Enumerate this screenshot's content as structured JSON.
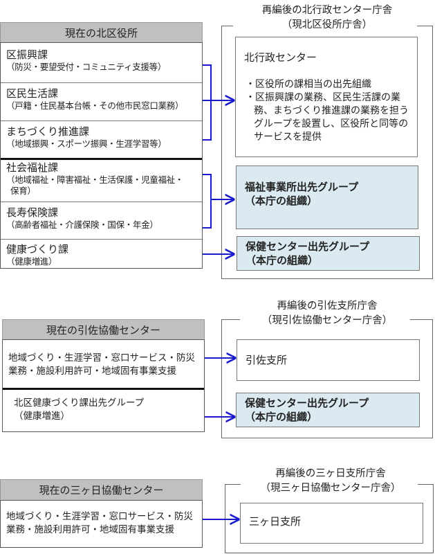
{
  "colors": {
    "arrow": "#1a1acc",
    "header_bg": "#c0c0c0",
    "group_bg": "#dbeaf1"
  },
  "kita": {
    "current_header": "現在の北区役所",
    "rows": [
      {
        "title": "区振興課",
        "sub": "（防災・要望受付・コミュニティ支援等）"
      },
      {
        "title": "区民生活課",
        "sub": "（戸籍・住民基本台帳・その他市民窓口業務）"
      },
      {
        "title": "まちづくり推進課",
        "sub": "（地域振興・スポーツ振興・生涯学習等）"
      },
      {
        "title": "社会福祉課",
        "sub": "（地域福祉・障害福祉・生活保護・児童福祉・",
        "sub2": "保育）"
      },
      {
        "title": "長寿保険課",
        "sub": "（高齢者福祉・介護保険・国保・年金）"
      },
      {
        "title": "健康づくり課",
        "sub": "（健康増進）"
      }
    ],
    "after_title": "再編後の北行政センター庁舎",
    "after_subtitle": "（現北区役所庁舎）",
    "center_box": {
      "title": "北行政センター",
      "bullets": [
        "・区役所の課相当の出先組織",
        "・区振興課の業務、区民生活課の業務、まちづくり推進課の業務を担うグループを設置し、区役所と同等のサービスを提供"
      ]
    },
    "welfare_box": {
      "title": "福祉事業所出先グループ",
      "sub": "（本庁の組織）"
    },
    "health_box": {
      "title": "保健センター出先グループ",
      "sub": "（本庁の組織）"
    }
  },
  "inasa": {
    "current_header": "現在の引佐協働センター",
    "row1": "地域づくり・生涯学習・窓口サービス・防災業務・施設利用許可・地域固有事業支援",
    "row2_title": "北区健康づくり課出先グループ",
    "row2_sub": "（健康増進）",
    "after_title": "再編後の引佐支所庁舎",
    "after_subtitle": "（現引佐協働センター庁舎）",
    "branch_box": "引佐支所",
    "health_box": {
      "title": "保健センター出先グループ",
      "sub": "（本庁の組織）"
    }
  },
  "mikkabi": {
    "current_header": "現在の三ヶ日協働センター",
    "row1": "地域づくり・生涯学習・窓口サービス・防災業務・施設利用許可・地域固有事業支援",
    "after_title": "再編後の三ヶ日支所庁舎",
    "after_subtitle": "（現三ヶ日協働センター庁舎）",
    "branch_box": "三ヶ日支所"
  }
}
